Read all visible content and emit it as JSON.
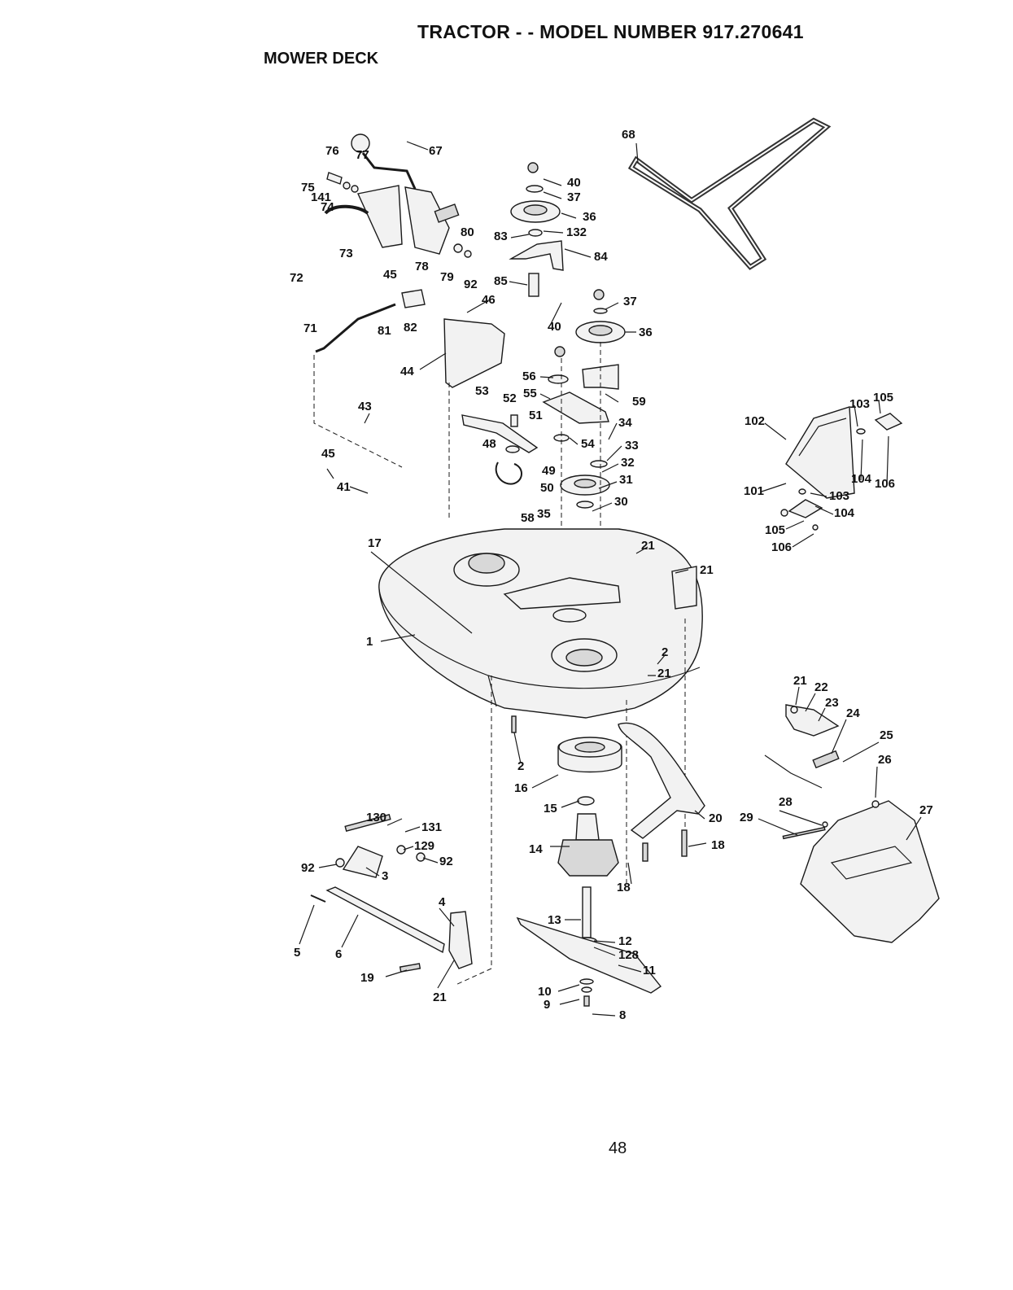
{
  "header": {
    "title": "TRACTOR - - MODEL NUMBER 917.270641",
    "subtitle": "MOWER DECK"
  },
  "footer": {
    "page_number": "48"
  },
  "callouts": [
    "76",
    "77",
    "67",
    "75",
    "141",
    "74",
    "73",
    "80",
    "78",
    "79",
    "92",
    "72",
    "45",
    "81",
    "82",
    "71",
    "46",
    "44",
    "43",
    "45",
    "41",
    "17",
    "1",
    "40",
    "37",
    "36",
    "83",
    "132",
    "84",
    "85",
    "37",
    "40",
    "36",
    "56",
    "55",
    "53",
    "52",
    "51",
    "48",
    "49",
    "50",
    "58",
    "35",
    "59",
    "34",
    "54",
    "33",
    "32",
    "31",
    "30",
    "21",
    "21",
    "2",
    "21",
    "2",
    "16",
    "15",
    "20",
    "18",
    "14",
    "18",
    "13",
    "12",
    "128",
    "11",
    "10",
    "9",
    "8",
    "68",
    "102",
    "103",
    "105",
    "101",
    "104",
    "106",
    "103",
    "104",
    "105",
    "106",
    "21",
    "22",
    "23",
    "24",
    "25",
    "26",
    "28",
    "29",
    "27",
    "130",
    "131",
    "129",
    "92",
    "92",
    "3",
    "4",
    "5",
    "6",
    "19",
    "21"
  ]
}
